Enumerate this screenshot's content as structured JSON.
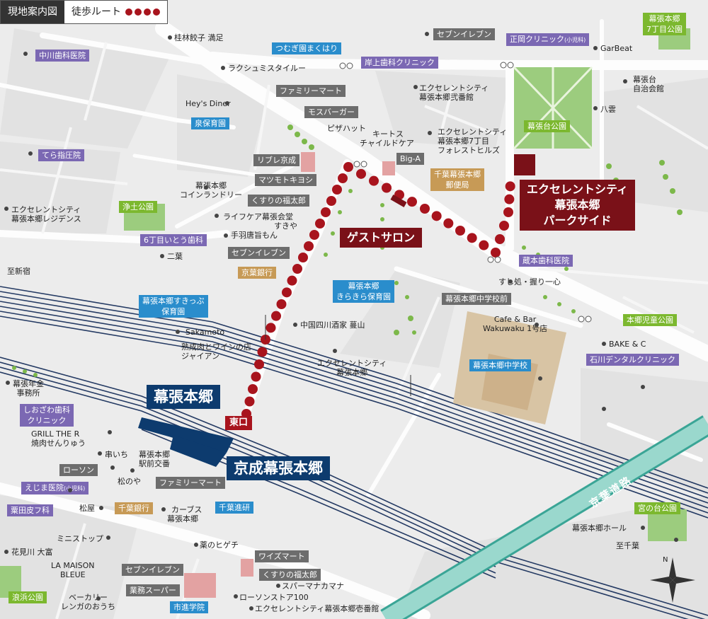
{
  "legend": {
    "title": "現地案内図",
    "route_label": "徒歩ルート"
  },
  "colors": {
    "route": "#a8141d",
    "property": "#7a1118",
    "station": "#0d3b6e",
    "rail": "#243a63",
    "expressway": "#3aa596",
    "park": "#9ccc7e",
    "school": "#d8c4a4"
  },
  "property": {
    "name_lines": [
      "エクセレントシティ",
      "幕張本郷",
      "パークサイド"
    ]
  },
  "guest_salon": "ゲストサロン",
  "stations": {
    "jr": "幕張本郷",
    "keisei": "京成幕張本郷",
    "east_exit": "東口"
  },
  "expressway": "京葉道路",
  "to_shinjuku": "至新宿",
  "to_chiba": "至千葉",
  "compass_icon": "compass-rose-icon",
  "boxes": {
    "tsumugien": "つむぎ園まくはり",
    "kishigami": "岸上歯科クリニック",
    "masaoka": "正岡クリニック",
    "masaoka_note": "(小児科)",
    "honmachi7_park": [
      "幕張本郷",
      "7丁目公園"
    ],
    "nakagawa": "中川歯科医院",
    "familymart1": "ファミリーマート",
    "mos": "モスバーガー",
    "izumi": "泉保育園",
    "makuharidai_park": "幕張台公園",
    "terayubi": "てら指圧院",
    "libre": "リブレ京成",
    "matsukiyo": "マツモトキヨシ",
    "kusuri1": "くすりの福太郎",
    "post": [
      "千葉幕張本郷",
      "郵便局"
    ],
    "jodo_park": "浄土公園",
    "itou": "6丁目いとう歯科",
    "seven_mid": "セブンイレブン",
    "keiyo_bank": "京葉銀行",
    "kuramoto": "蔵本歯科医院",
    "kirakira": [
      "幕張本郷",
      "きらきら保育園"
    ],
    "sukippu": [
      "幕張本郷すきっぷ",
      "保育園"
    ],
    "jhs_stop": "幕張本郷中学校前",
    "jhs": "幕張本郷中学校",
    "hongo_park": "本郷児童公園",
    "ishikawa": "石川デンタルクリニック",
    "shiozawa": [
      "しおざわ歯科",
      "クリニック"
    ],
    "lawson": "ローソン",
    "ejima": "えじま医院",
    "ejima_note": "(小児科)",
    "familymart2": "ファミリーマート",
    "awata": "粟田皮フ科",
    "chiba_bank": "千葉銀行",
    "chiba_shinken": "千葉進研",
    "kusuri2": "くすりの福太郎",
    "seven_low": "セブンイレブン",
    "gyomu": "業務スーパー",
    "shishin": "市進学院",
    "wise": "ワイズマート",
    "hamanami_park": "浪浜公園",
    "miyanodai_park": "宮の台公園",
    "seven_top": "セブンイレブン"
  },
  "labels": {
    "keirin": "桂林餃子 満足",
    "raku": "ラクシュミスタイルー",
    "heys": "Hey's Diner",
    "garbeat": "GarBeat",
    "jichikai": [
      "幕張台",
      "自治会館"
    ],
    "yakumo": "八雲",
    "ex2": [
      "エクセレントシティ",
      "幕張本郷弐番館"
    ],
    "pizza": "ピザハット",
    "kids": [
      "キートス",
      "チャイルドケア"
    ],
    "biga": "Big-A",
    "ex7": [
      "エクセレントシティ",
      "幕張本郷7丁目",
      "フォレストヒルズ"
    ],
    "coin": [
      "幕張本郷",
      "コインランドリー"
    ],
    "lifecare": [
      "ライフケア幕張会堂",
      "すきや"
    ],
    "teba": "手羽唐旨もん",
    "futaba": "二葉",
    "exres": [
      "エクセレントシティ",
      "幕張本郷レジデンス"
    ],
    "sushi": "すし処・握り一心",
    "cafebar": [
      "Cafe & Bar",
      "Wakuwaku 1号店"
    ],
    "chugoku": "中国四川酒家 蔓山",
    "sakamoto": "Sakamoto",
    "jyukusei": [
      "熟成肉とワインの店",
      "ジャイアン"
    ],
    "exnear": [
      "エクセレントシティ",
      "幕張本郷"
    ],
    "bake": "BAKE & C",
    "nenkin": [
      "幕張年金",
      "事務所"
    ],
    "grill": [
      "GRILL THE R",
      "焼肉せんりゅう"
    ],
    "kushi": "串いち",
    "koban": [
      "幕張本郷",
      "駅前交番"
    ],
    "matsunoya": "松のや",
    "matsuya": "松屋",
    "curves": [
      "カーブス",
      "幕張本郷"
    ],
    "mini": "ミニストップ",
    "hanami": "花見川 大富",
    "maison": [
      "LA MAISON",
      "BLEUE"
    ],
    "bakery": [
      "ベーカリー",
      "レンガのおうち"
    ],
    "higecha": "薬のヒゲチ",
    "supama": "スパーマナカマナ",
    "lawson100": "ローソンストア100",
    "ex_eight": "エクセレントシティ幕張本郷壱番館",
    "hall": "幕張本郷ホール"
  }
}
